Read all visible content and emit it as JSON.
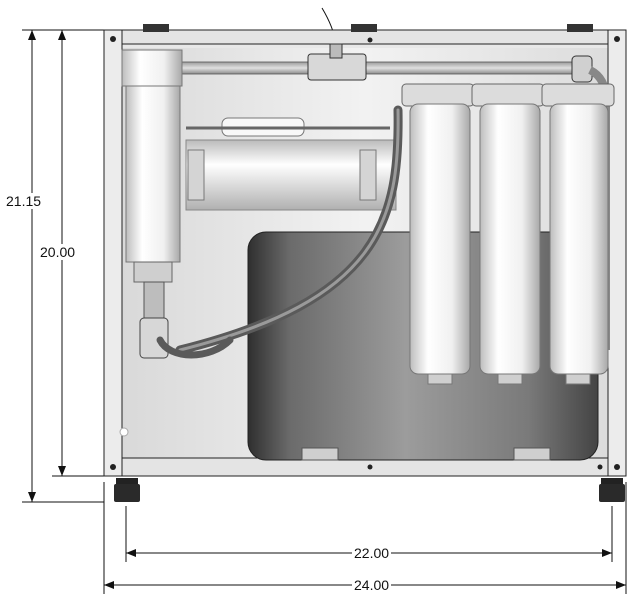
{
  "dimensions": {
    "outer_height": "21.15",
    "inner_height": "20.00",
    "inner_width": "22.00",
    "outer_width": "24.00"
  },
  "colors": {
    "line": "#111111",
    "frame_light": "#e6e6e6",
    "frame_dark": "#1a1a1a",
    "tank_mid": "#8a8a8a",
    "tank_dark": "#3c3c3c",
    "housing": "#f4f4f4",
    "hose": "#6a6a6a"
  }
}
